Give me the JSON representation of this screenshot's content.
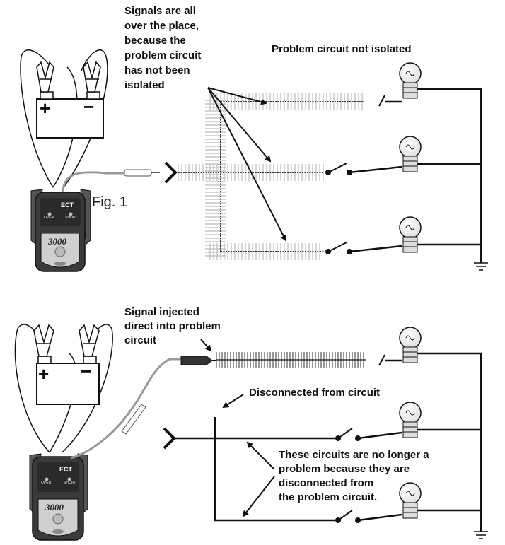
{
  "figure_label": "Fig. 1",
  "top": {
    "caption_lines": [
      "Signals are all",
      "over the place,",
      "because the",
      "problem circuit",
      "has not been",
      "isolated"
    ],
    "title": "Problem circuit  not isolated"
  },
  "bottom": {
    "caption_lines": [
      "Signal injected",
      "direct into problem",
      "circuit"
    ],
    "disconnected_label": "Disconnected from circuit",
    "note_lines": [
      "These circuits are no longer a",
      "problem because they are",
      "disconnected from",
      "the problem circuit."
    ]
  },
  "device": {
    "brand": "ECT",
    "model": "3000",
    "open_label": "OPEN",
    "short_label": "SHORT"
  },
  "battery": {
    "plus": "+",
    "minus": "−"
  },
  "colors": {
    "ink": "#111111",
    "signal_hatch": "#bbbbbb",
    "probe_lead": "#999999",
    "device_body": "#3a3a3a",
    "device_face": "#cfcfcf"
  }
}
